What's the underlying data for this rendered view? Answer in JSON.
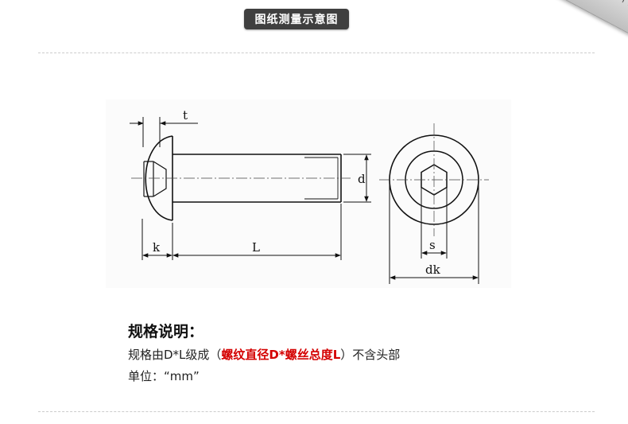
{
  "header": {
    "title": "图纸测量示意图"
  },
  "drawing": {
    "labels": {
      "t": "t",
      "d": "d",
      "k": "k",
      "L": "L",
      "s": "s",
      "dk": "dk"
    }
  },
  "spec": {
    "heading": "规格说明：",
    "line1_prefix": "规格由D*L级成（",
    "line1_highlight": "螺纹直径D*螺丝总度L",
    "line1_suffix": "）不含头部",
    "line2_label": "单位：",
    "line2_value": "“mm”"
  },
  "colors": {
    "tab_bg": "#3f3f3f",
    "highlight": "#d40000"
  }
}
